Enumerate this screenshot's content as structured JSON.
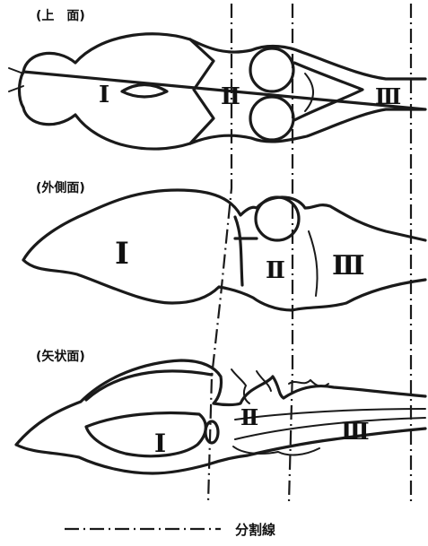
{
  "views": {
    "top": {
      "label": "(上　面)"
    },
    "lateral": {
      "label": "(外側面)"
    },
    "sagittal": {
      "label": "(矢状面)"
    }
  },
  "parts": {
    "one": "Ⅰ",
    "two": "Ⅱ",
    "three": "Ⅲ"
  },
  "legend": {
    "label": "分割線"
  }
}
